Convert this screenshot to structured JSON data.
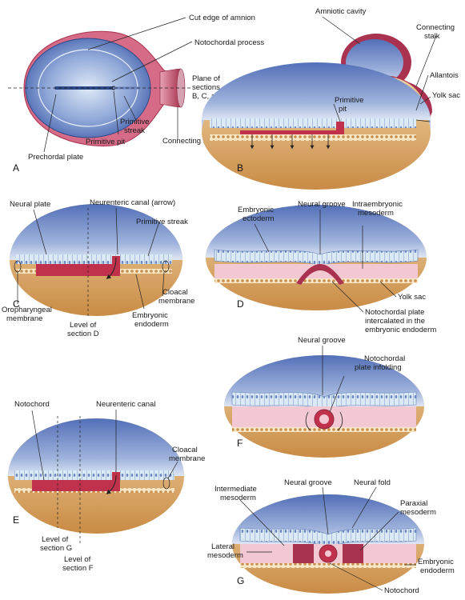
{
  "panels": {
    "A": {
      "letter": "A",
      "labels": {
        "cut_edge_amnion": "Cut edge of amnion",
        "notochordal_process": "Notochordal process",
        "plane_l1": "Plane of",
        "plane_l2": "sections",
        "plane_l3": "B, C, and E",
        "connecting_stalk": "Connecting stalk",
        "primitive_streak_l1": "Primitive",
        "primitive_streak_l2": "streak",
        "primitive_pit": "Primitive pit",
        "prechordal_plate": "Prechordal plate"
      }
    },
    "B": {
      "letter": "B",
      "labels": {
        "amniotic_cavity": "Amniotic cavity",
        "connecting_l1": "Connecting",
        "connecting_l2": "stalk",
        "allantois": "Allantois",
        "yolk_sac": "Yolk sac",
        "primitive_pit_l1": "Primitive",
        "primitive_pit_l2": "pit"
      }
    },
    "C": {
      "letter": "C",
      "labels": {
        "neural_plate": "Neural plate",
        "neurenteric_canal": "Neurenteric canal (arrow)",
        "primitive_streak": "Primitive streak",
        "cloacal_l1": "Cloacal",
        "cloacal_l2": "membrane",
        "oro_l1": "Oropharyngeal",
        "oro_l2": "membrane",
        "level_l1": "Level of",
        "level_l2": "section D",
        "embryonic_l1": "Embryonic",
        "embryonic_l2": "endoderm"
      }
    },
    "D": {
      "letter": "D",
      "labels": {
        "emb_ecto_l1": "Embryonic",
        "emb_ecto_l2": "ectoderm",
        "neural_groove": "Neural groove",
        "intra_l1": "Intraembryonic",
        "intra_l2": "mesoderm",
        "yolk_sac": "Yolk sac",
        "noto_l1": "Notochordal plate",
        "noto_l2": "intercalated in the",
        "noto_l3": "embryonic endoderm"
      }
    },
    "E": {
      "letter": "E",
      "labels": {
        "notochord": "Notochord",
        "neurenteric_canal": "Neurenteric canal",
        "cloacal_l1": "Cloacal",
        "cloacal_l2": "membrane",
        "level_g_l1": "Level of",
        "level_g_l2": "section G",
        "level_f_l1": "Level of",
        "level_f_l2": "section F"
      }
    },
    "F": {
      "letter": "F",
      "labels": {
        "neural_groove": "Neural groove",
        "noto_l1": "Notochordal",
        "noto_l2": "plate infolding"
      }
    },
    "G": {
      "letter": "G",
      "labels": {
        "neural_groove": "Neural groove",
        "neural_fold": "Neural fold",
        "intermediate_l1": "Intermediate",
        "intermediate_l2": "mesoderm",
        "paraxial_l1": "Paraxial",
        "paraxial_l2": "mesoderm",
        "lateral_l1": "Lateral",
        "lateral_l2": "mesoderm",
        "emb_endo_l1": "Embryonic",
        "emb_endo_l2": "endoderm",
        "notochord": "Notochord"
      }
    }
  },
  "colors": {
    "amnion_blue": "#3d5fa8",
    "ectoderm_light": "#d6e6f3",
    "mesoderm_pink": "#f2c8d2",
    "notochord_red": "#c0324b",
    "yolk_tan": "#d9a566",
    "stalk_red": "#a8324f"
  }
}
